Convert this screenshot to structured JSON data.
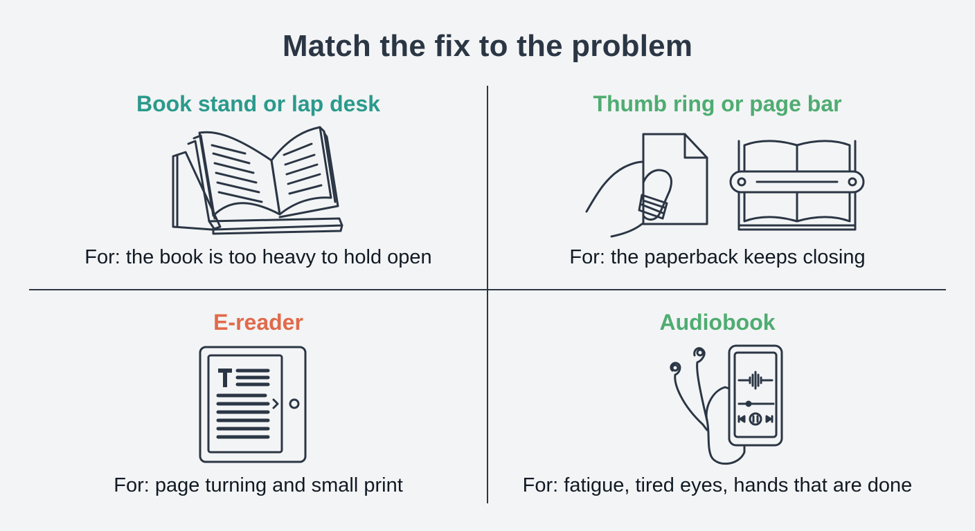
{
  "title": "Match the fix to the problem",
  "colors": {
    "teal": "#2a9a8c",
    "green": "#4fac72",
    "orange": "#e06a4b",
    "ink": "#2b3645"
  },
  "quadrants": [
    {
      "title": "Book stand or lap desk",
      "caption": "For: the book is too heavy to hold open",
      "icon": "open-book-on-stand-icon",
      "color": "#2a9a8c"
    },
    {
      "title": "Thumb ring or page bar",
      "caption": "For: the paperback keeps closing",
      "icon": "thumb-ring-and-page-bar-icon",
      "color": "#4fac72"
    },
    {
      "title": "E-reader",
      "caption": "For: page turning and small print",
      "icon": "e-reader-icon",
      "color": "#e06a4b"
    },
    {
      "title": "Audiobook",
      "caption": "For: fatigue, tired eyes, hands that are done",
      "icon": "audiobook-player-icon",
      "color": "#4fac72"
    }
  ]
}
